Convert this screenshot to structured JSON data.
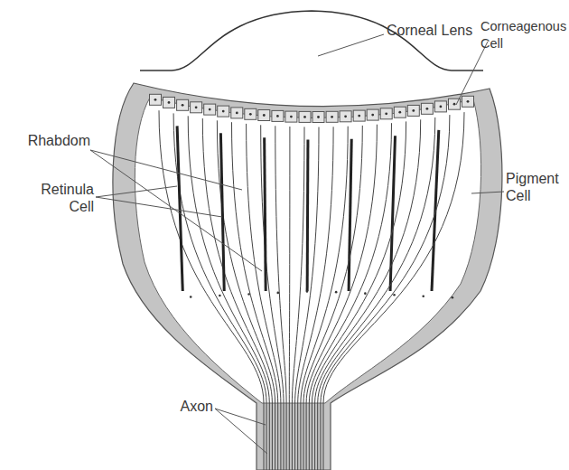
{
  "diagram": {
    "labels": [
      "Corneal Lens",
      "Corneagenous Cell",
      "Rhabdom",
      "Retinula Cell",
      "Pigment Cell",
      "Axon"
    ]
  }
}
